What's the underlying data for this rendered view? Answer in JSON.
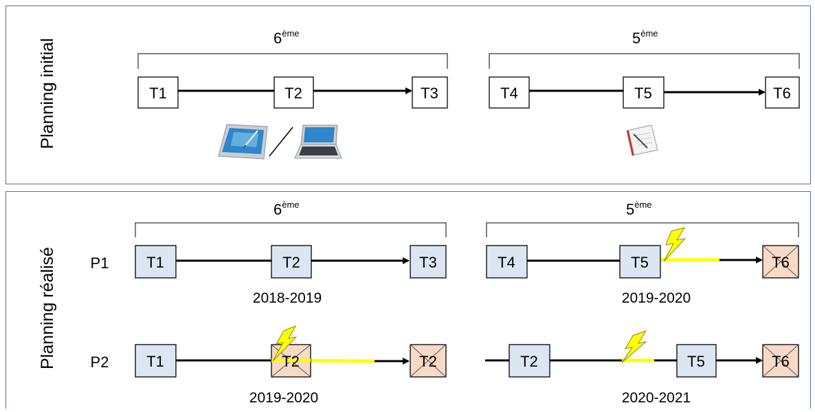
{
  "initial": {
    "side_label": "Planning initial",
    "grades": [
      {
        "base": "6",
        "sup": "ème"
      },
      {
        "base": "5",
        "sup": "ème"
      }
    ],
    "boxes": [
      "T1",
      "T2",
      "T3",
      "T4",
      "T5",
      "T6"
    ],
    "icons": [
      "tablet-stylus-icon",
      "tablet-keyboard-icon",
      "notebook-icon"
    ]
  },
  "realized": {
    "side_label": "Planning réalisé",
    "grades": [
      {
        "base": "6",
        "sup": "ème"
      },
      {
        "base": "5",
        "sup": "ème"
      }
    ],
    "rows": [
      {
        "label": "P1",
        "left_boxes": [
          "T1",
          "T2",
          "T3"
        ],
        "left_year": "2018-2019",
        "right_boxes": [
          "T4",
          "T5",
          "T6"
        ],
        "right_year": "2019-2020"
      },
      {
        "label": "P2",
        "left_boxes": [
          "T1",
          "T2",
          "T2"
        ],
        "left_year": "2019-2020",
        "right_boxes": [
          "T2",
          "T5",
          "T6"
        ],
        "right_year": "2020-2021"
      }
    ]
  },
  "colors": {
    "panel_border": "#4f6fa8",
    "done_fill": "#dce6f2",
    "cancelled_fill": "#f8dac6",
    "disruption": "#ffff00"
  }
}
